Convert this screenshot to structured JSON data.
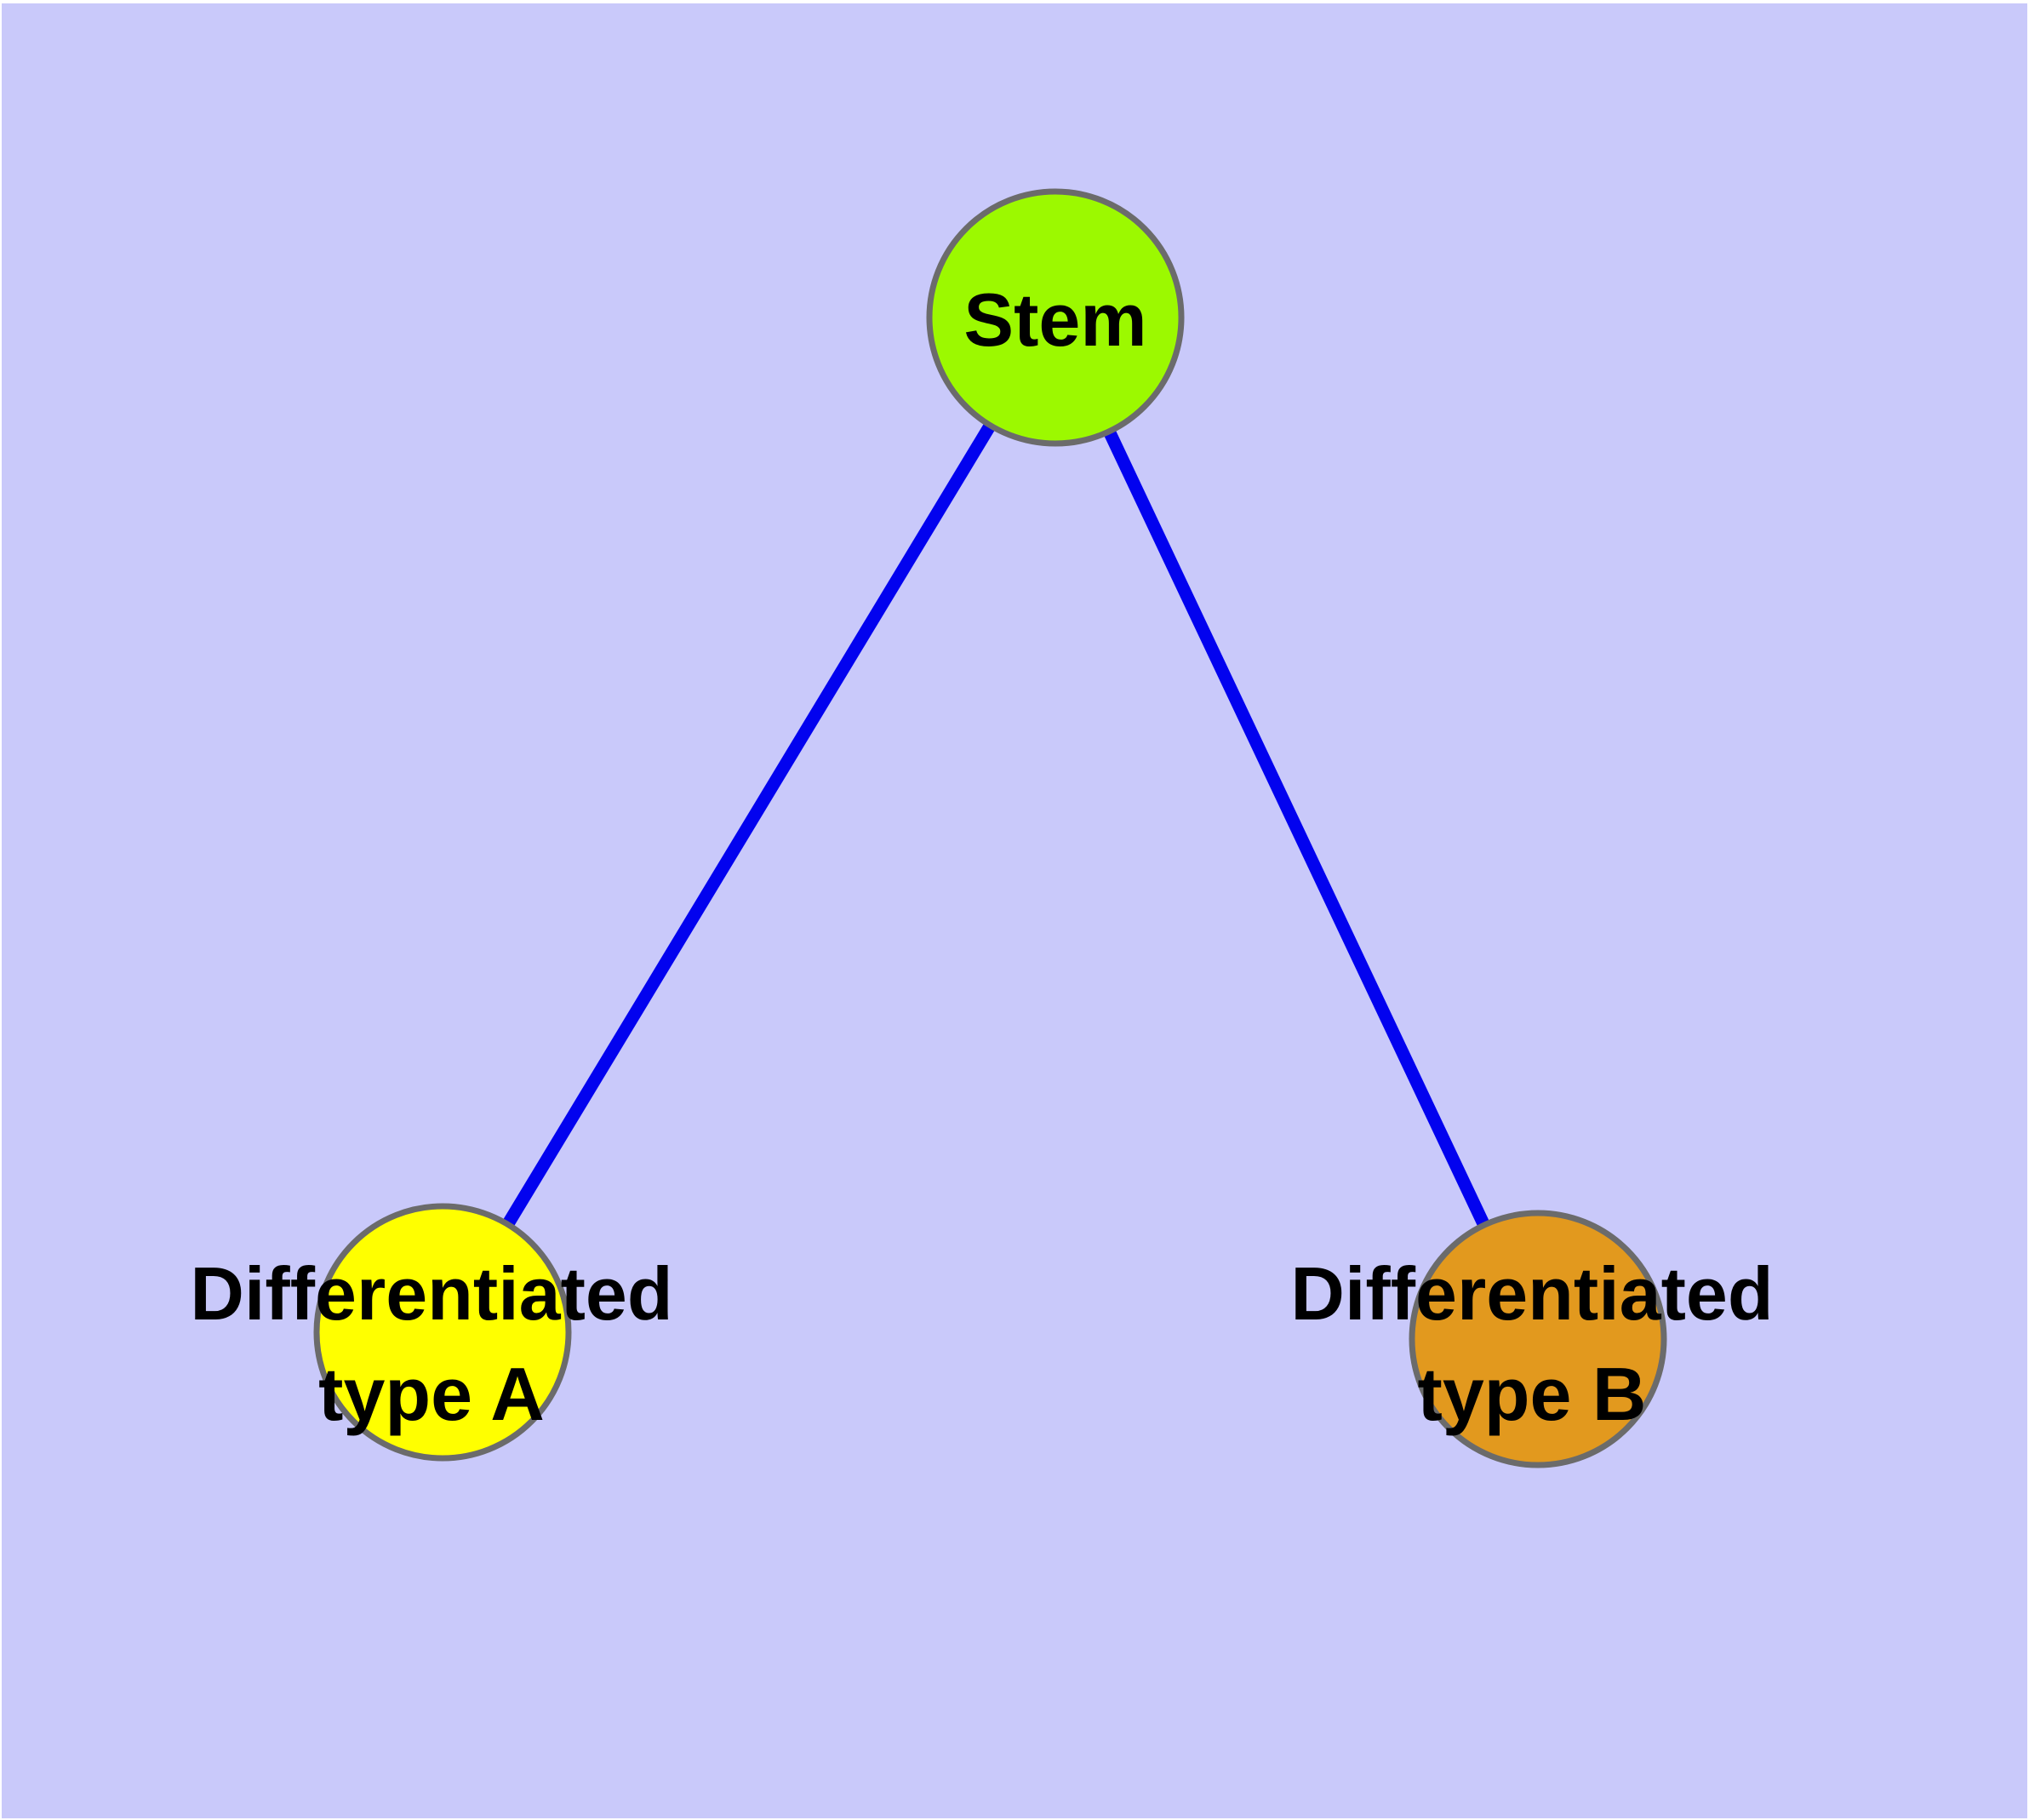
{
  "canvas": {
    "frame_color": "#FFFFFF",
    "background_color": "#C9C9FA"
  },
  "edges": {
    "color": "#0202EF",
    "items": [
      {
        "from": "stem",
        "to": "differentiated-type-a"
      },
      {
        "from": "stem",
        "to": "differentiated-type-b"
      }
    ]
  },
  "nodes": {
    "stem": {
      "label": "Stem",
      "fill": "#9CF900",
      "border_color": "#6B6B6B",
      "text_color": "#000000"
    },
    "type_a": {
      "label": "Differentiated type A",
      "label_line1": "Differentiated",
      "label_line2": "type A",
      "fill": "#FFFF00",
      "border_color": "#6B6B6B",
      "text_color": "#000000"
    },
    "type_b": {
      "label": "Differentiated type B",
      "label_line1": "Differentiated",
      "label_line2": "type B",
      "fill": "#E2991E",
      "border_color": "#6B6B6B",
      "text_color": "#000000"
    }
  }
}
